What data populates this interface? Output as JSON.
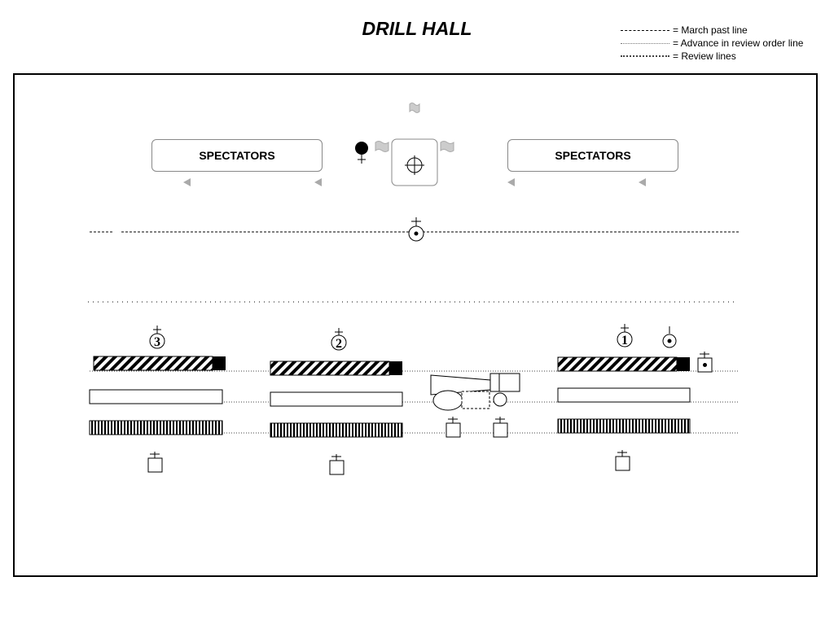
{
  "title": "DRILL HALL",
  "legend": [
    {
      "label": "= March past line",
      "style": "dashed"
    },
    {
      "label": "= Advance in review order line",
      "style": "sparse-dotted"
    },
    {
      "label": "= Review lines",
      "style": "fine-dotted"
    }
  ],
  "spectators": [
    {
      "label": "SPECTATORS"
    },
    {
      "label": "SPECTATORS"
    }
  ],
  "ranks": [
    {
      "number": "3"
    },
    {
      "number": "2"
    },
    {
      "number": "1"
    }
  ],
  "colors": {
    "line": "#000000",
    "flag": "#cccccc",
    "pointer": "#aaaaaa",
    "box_border": "#888888"
  }
}
